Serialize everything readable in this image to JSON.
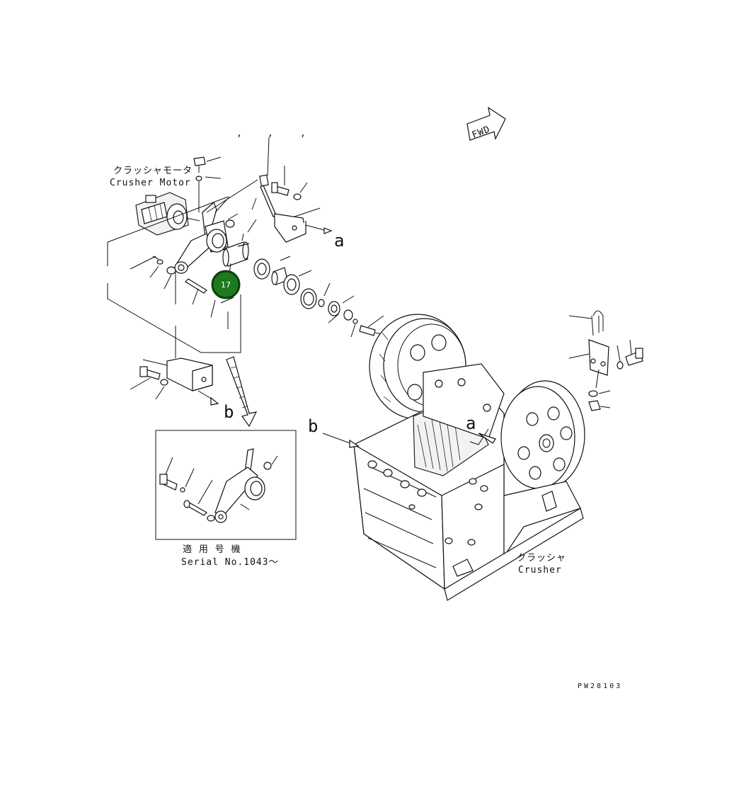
{
  "labels": {
    "motor_jp": "クラッシャモータ",
    "motor_en": "Crusher Motor",
    "crusher_jp": "クラッシャ",
    "crusher_en": "Crusher",
    "serial_jp": "適 用 号 機",
    "serial_en": "Serial No.1043～",
    "fwd": "FWD",
    "ref_a_top": "a",
    "ref_a_crusher": "a",
    "ref_b_bracket": "b",
    "ref_b_crusher": "b",
    "drawing_code": "PW28103"
  },
  "callout": {
    "number": "17",
    "color": "#1e7a1e"
  }
}
